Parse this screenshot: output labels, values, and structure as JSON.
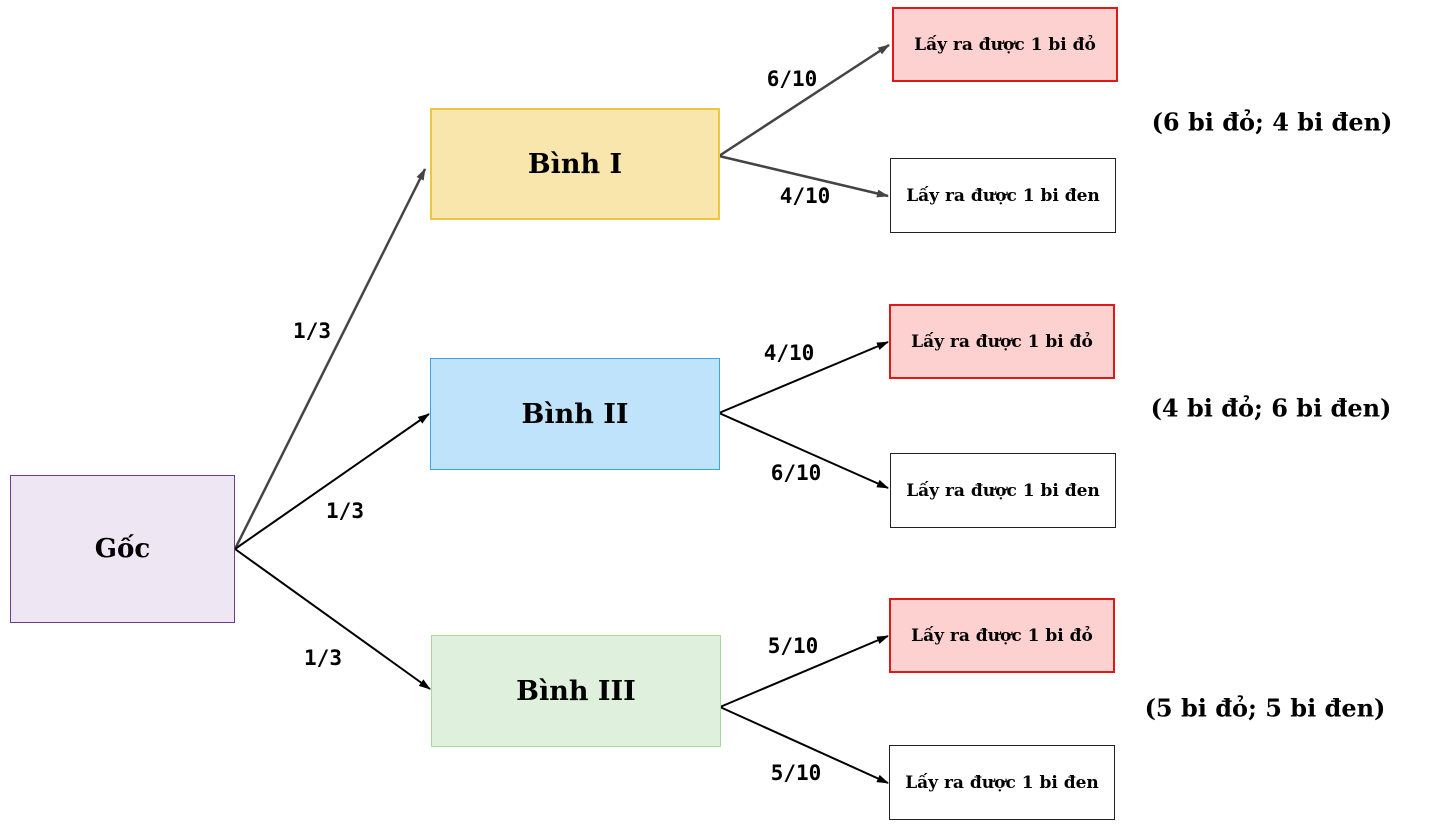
{
  "root": {
    "label": "Gốc"
  },
  "urns": [
    {
      "label": "Bình I",
      "prob": "1/3",
      "composition": "(6 bi đỏ; 4 bi đen)",
      "outcomes": [
        {
          "label": "Lấy ra được 1 bi đỏ",
          "prob": "6/10"
        },
        {
          "label": "Lấy ra được 1 bi đen",
          "prob": "4/10"
        }
      ]
    },
    {
      "label": "Bình II",
      "prob": "1/3",
      "composition": "(4 bi đỏ; 6 bi đen)",
      "outcomes": [
        {
          "label": "Lấy ra được 1 bi đỏ",
          "prob": "4/10"
        },
        {
          "label": "Lấy ra được 1 bi đen",
          "prob": "6/10"
        }
      ]
    },
    {
      "label": "Bình III",
      "prob": "1/3",
      "composition": "(5 bi đỏ; 5 bi đen)",
      "outcomes": [
        {
          "label": "Lấy ra được 1 bi đỏ",
          "prob": "5/10"
        },
        {
          "label": "Lấy ra được 1 bi đen",
          "prob": "5/10"
        }
      ]
    }
  ],
  "colors": {
    "edge_top": "#444444",
    "edge_other": "#000000",
    "red_border": "#e01818",
    "red_fill": "#fed1d1"
  }
}
